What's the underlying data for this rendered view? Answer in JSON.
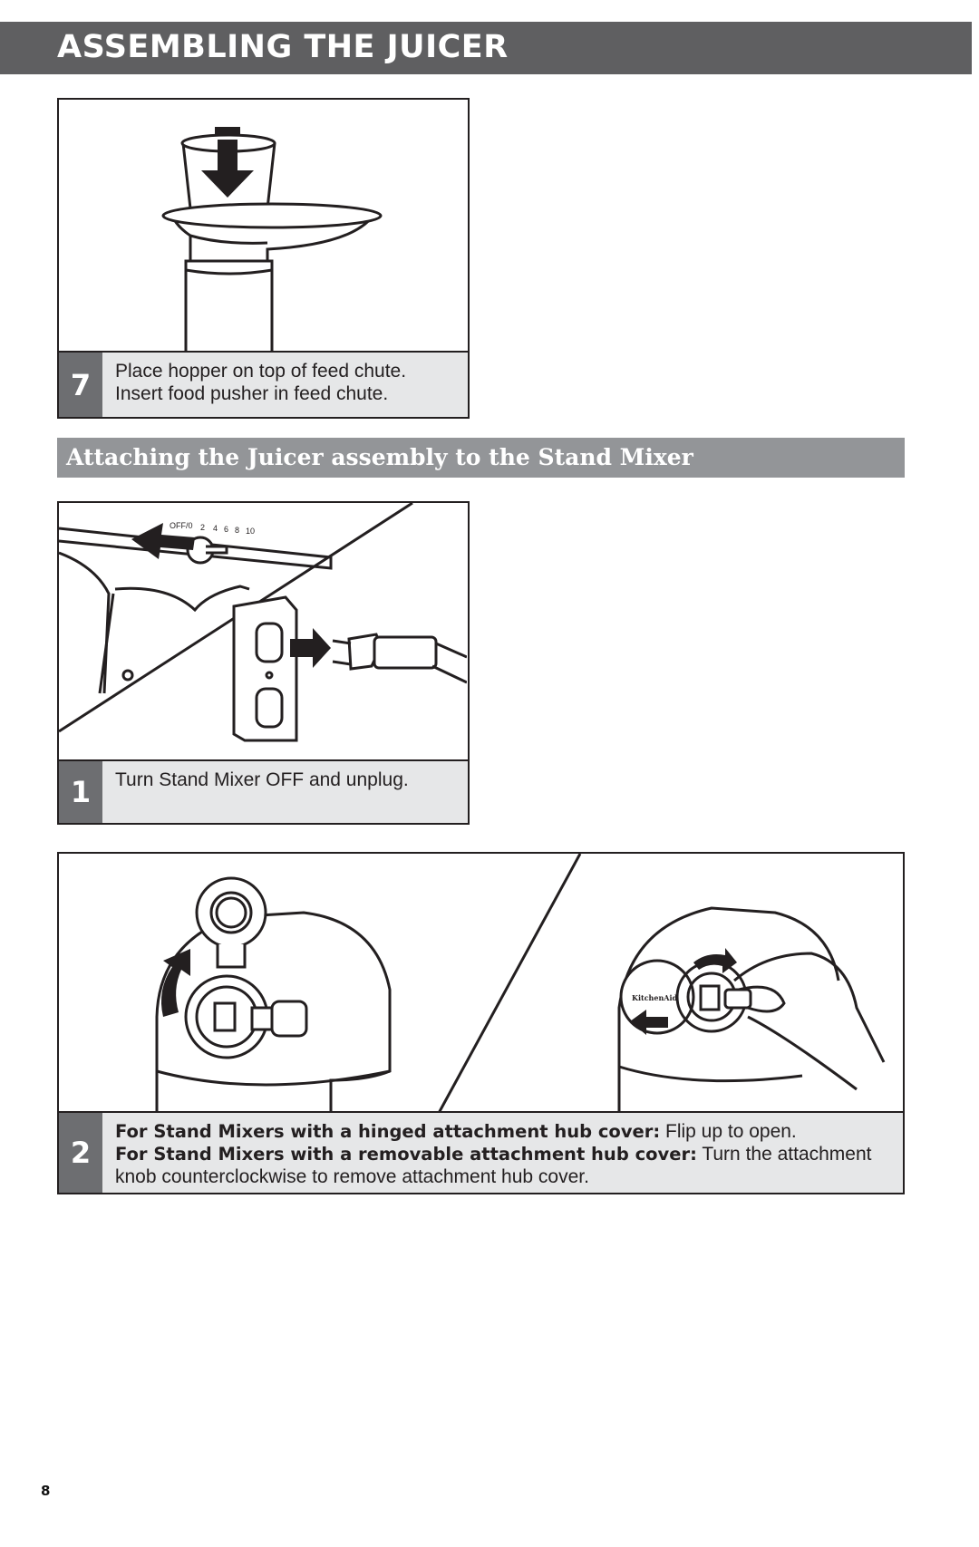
{
  "header": {
    "title": "ASSEMBLING THE JUICER"
  },
  "step7": {
    "number": "7",
    "line1": "Place hopper on top of feed chute.",
    "line2": "Insert food pusher in feed chute."
  },
  "section": {
    "title": "Attaching the Juicer assembly to the Stand Mixer"
  },
  "step1": {
    "number": "1",
    "text": "Turn Stand Mixer OFF and unplug.",
    "dial_labels": [
      "OFF/0",
      "2",
      "4",
      "6",
      "8",
      "10"
    ]
  },
  "step2": {
    "number": "2",
    "bold1": "For Stand Mixers with a hinged attachment hub cover:",
    "text1": " Flip up to open.",
    "bold2": "For Stand Mixers with a removable attachment hub cover:",
    "text2": " Turn the attachment knob counterclockwise to remove attachment hub cover.",
    "brand_label": "KitchenAid"
  },
  "footer": {
    "page_number": "8"
  }
}
